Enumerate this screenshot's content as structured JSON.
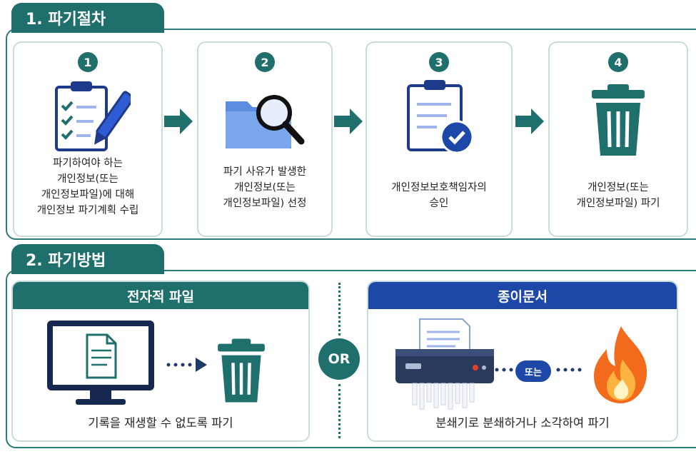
{
  "section1": {
    "title": "1. 파기절차",
    "steps": [
      {
        "num": "1",
        "lines": [
          "파기하여야 하는",
          "개인정보(또는",
          "개인정보파일)에 대해",
          "개인정보 파기계획 수립"
        ],
        "icon": "clipboard-pen-icon"
      },
      {
        "num": "2",
        "lines": [
          "파기 사유가 발생한",
          "개인정보(또는",
          "개인정보파일) 선정"
        ],
        "icon": "folder-magnifier-icon"
      },
      {
        "num": "3",
        "lines": [
          "개인정보보호책임자의",
          "승인"
        ],
        "icon": "clipboard-check-icon"
      },
      {
        "num": "4",
        "lines": [
          "개인정보(또는",
          "개인정보파일) 파기"
        ],
        "icon": "trash-bin-icon"
      }
    ]
  },
  "section2": {
    "title": "2. 파기방법",
    "electronic": {
      "title": "전자적 파일",
      "desc": "기록을 재생할 수 없도록 파기"
    },
    "separator": "OR",
    "paper": {
      "title": "종이문서",
      "connector": "또는",
      "desc": "분쇄기로 분쇄하거나 소각하여 파기"
    }
  },
  "colors": {
    "teal": "#1f6f6c",
    "blue": "#1e48a8",
    "fire": "#f26a1b"
  }
}
